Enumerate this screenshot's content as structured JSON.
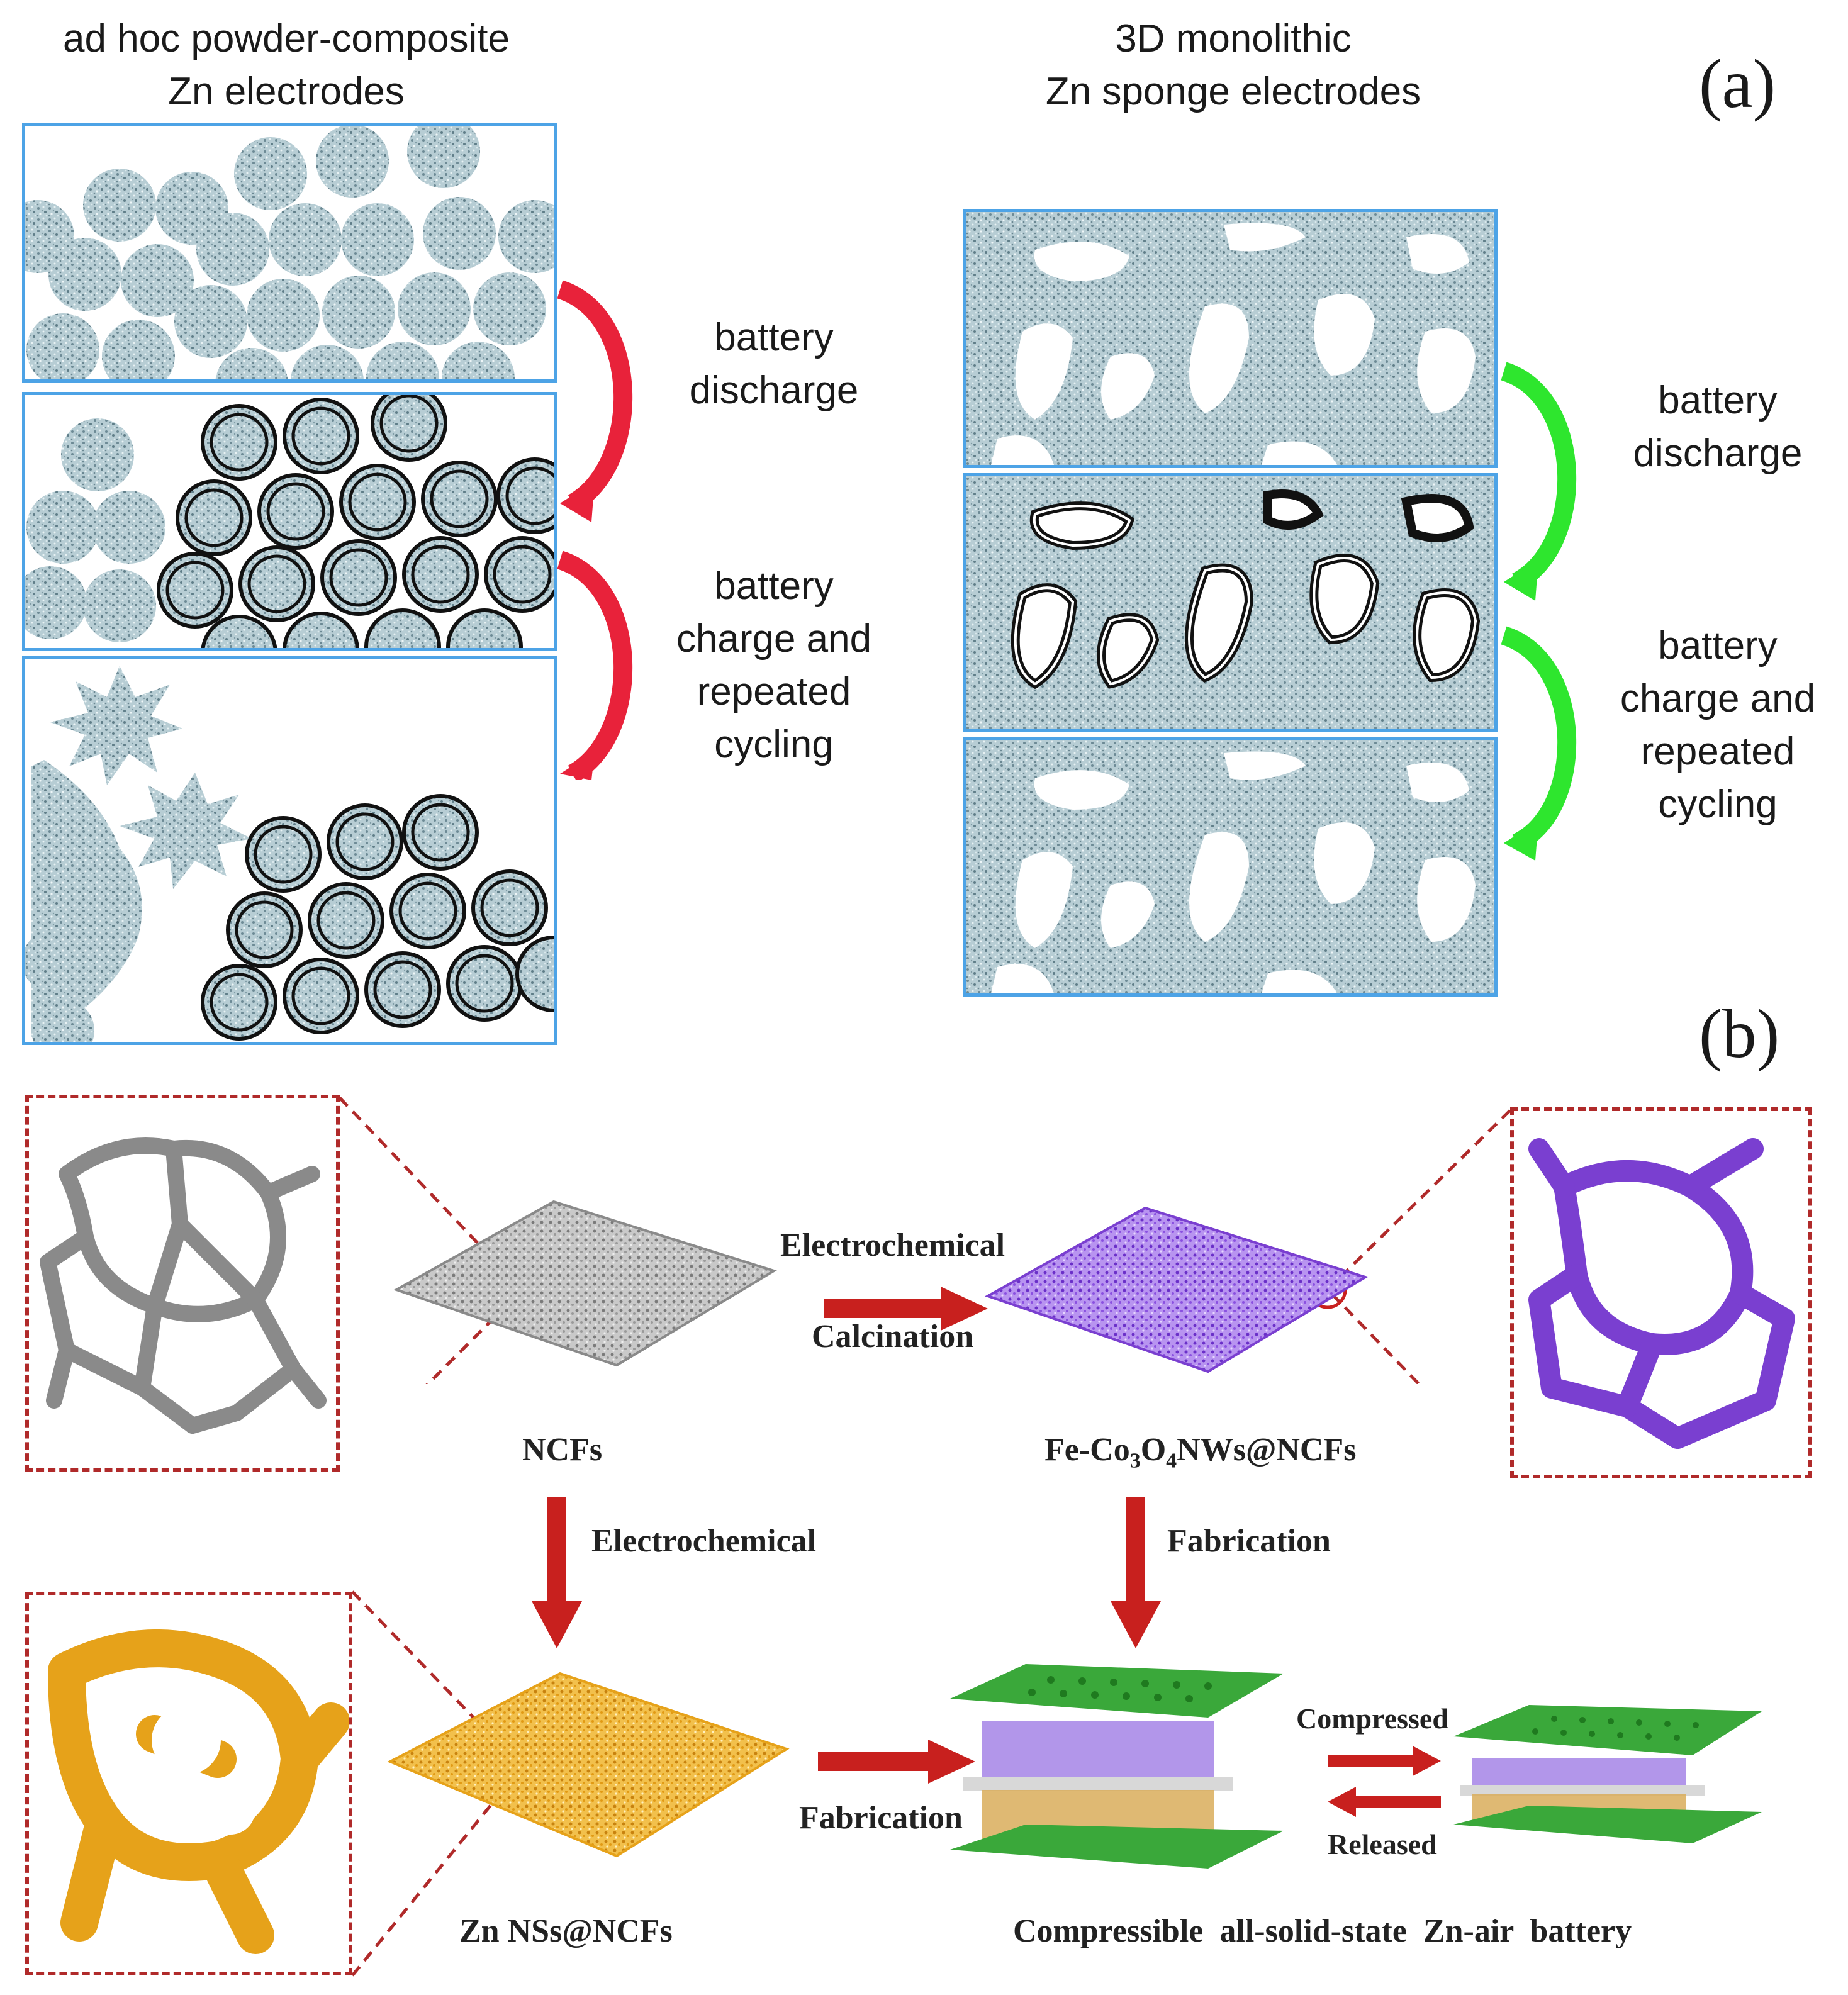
{
  "panel_a": {
    "letter": "(a)",
    "left_title_line1": "ad hoc powder-composite",
    "left_title_line2": "Zn electrodes",
    "right_title_line1": "3D monolithic",
    "right_title_line2": "Zn sponge electrodes",
    "left_step1_line1": "battery",
    "left_step1_line2": "discharge",
    "left_step2_line1": "battery",
    "left_step2_line2": "charge and",
    "left_step2_line3": "repeated",
    "left_step2_line4": "cycling",
    "right_step1_line1": "battery",
    "right_step1_line2": "discharge",
    "right_step2_line1": "battery",
    "right_step2_line2": "charge and",
    "right_step2_line3": "repeated",
    "right_step2_line4": "cycling",
    "colors": {
      "frame": "#4da3e6",
      "left_arrow": "#e8223a",
      "right_arrow": "#2ee62e",
      "zn_fill": "#a9c3cc"
    }
  },
  "panel_b": {
    "letter": "(b)",
    "ncfs": "NCFs",
    "arrow1_top": "Electrochemical",
    "arrow1_bottom": "Calcination",
    "fe_prefix": "Fe-Co",
    "fe_sub1": "3",
    "fe_mid": "O",
    "fe_sub2": "4",
    "fe_suffix": "NWs@NCFs",
    "arrow_down_left": "Electrochemical",
    "arrow_down_right": "Fabrication",
    "zn_label": "Zn NSs@NCFs",
    "arrow_fab": "Fabrication",
    "compressed": "Compressed",
    "released": "Released",
    "battery_label": "Compressible  all-solid-state  Zn-air  battery",
    "colors": {
      "gray": "#8a8a8a",
      "purple": "#7a3fd0",
      "gold": "#e6a21a",
      "arrow": "#c8201e",
      "plate": "#3aa83a",
      "dash": "#b02a2a"
    }
  }
}
